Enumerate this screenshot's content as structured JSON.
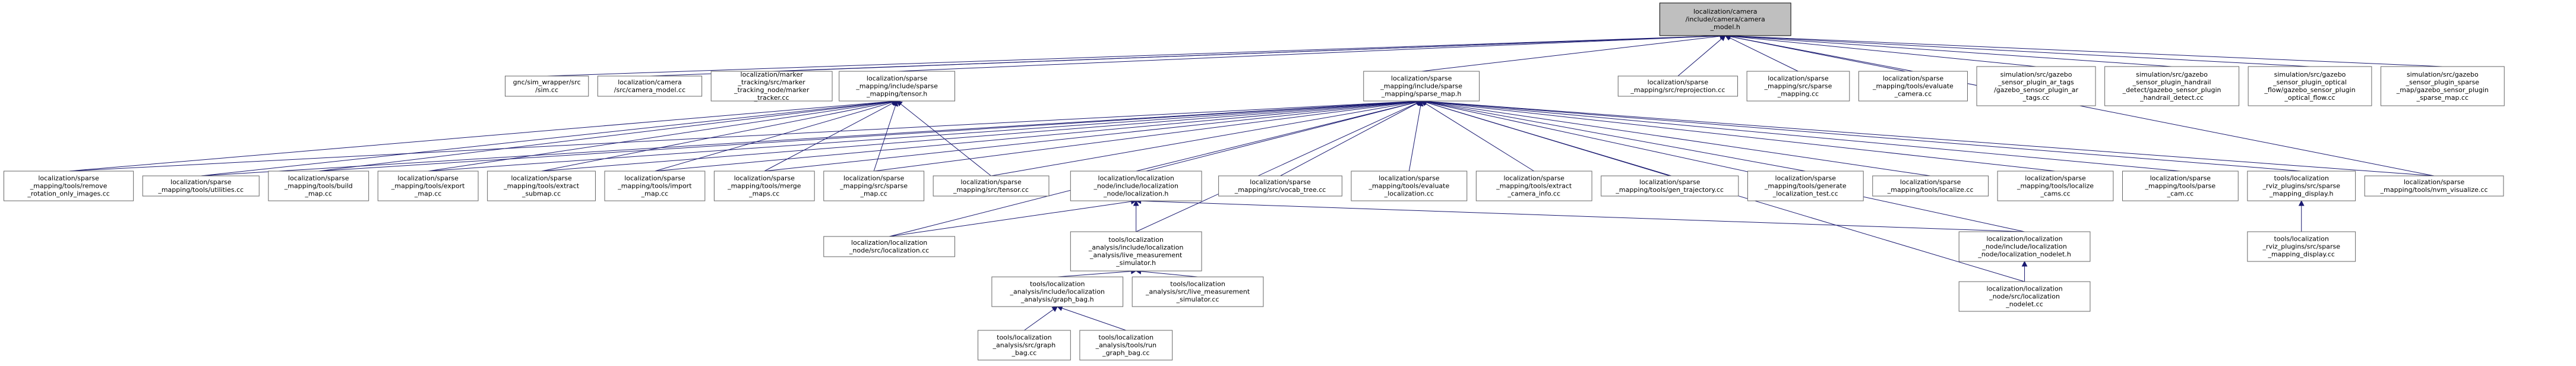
{
  "nodes": [
    {
      "id": "root",
      "lines": [
        "localization/camera",
        "/include/camera/camera",
        "_model.h"
      ],
      "root": true
    },
    {
      "id": "sim_cc",
      "lines": [
        "gnc/sim_wrapper/src",
        "/sim.cc"
      ]
    },
    {
      "id": "camera_model_cc",
      "lines": [
        "localization/camera",
        "/src/camera_model.cc"
      ]
    },
    {
      "id": "marker_tracker",
      "lines": [
        "localization/marker",
        "_tracking/src/marker",
        "_tracking_node/marker",
        "_tracker.cc"
      ]
    },
    {
      "id": "tensor_h",
      "lines": [
        "localization/sparse",
        "_mapping/include/sparse",
        "_mapping/tensor.h"
      ]
    },
    {
      "id": "sparse_map_h",
      "lines": [
        "localization/sparse",
        "_mapping/include/sparse",
        "_mapping/sparse_map.h"
      ]
    },
    {
      "id": "reprojection",
      "lines": [
        "localization/sparse",
        "_mapping/src/reprojection.cc"
      ]
    },
    {
      "id": "sparse_mapping_cc",
      "lines": [
        "localization/sparse",
        "_mapping/src/sparse",
        "_mapping.cc"
      ]
    },
    {
      "id": "evaluate_camera",
      "lines": [
        "localization/sparse",
        "_mapping/tools/evaluate",
        "_camera.cc"
      ]
    },
    {
      "id": "gz_ar_tags",
      "lines": [
        "simulation/src/gazebo",
        "_sensor_plugin_ar_tags",
        "/gazebo_sensor_plugin_ar",
        "_tags.cc"
      ]
    },
    {
      "id": "gz_handrail",
      "lines": [
        "simulation/src/gazebo",
        "_sensor_plugin_handrail",
        "_detect/gazebo_sensor_plugin",
        "_handrail_detect.cc"
      ]
    },
    {
      "id": "gz_optical",
      "lines": [
        "simulation/src/gazebo",
        "_sensor_plugin_optical",
        "_flow/gazebo_sensor_plugin",
        "_optical_flow.cc"
      ]
    },
    {
      "id": "gz_sparse_map",
      "lines": [
        "simulation/src/gazebo",
        "_sensor_plugin_sparse",
        "_map/gazebo_sensor_plugin",
        "_sparse_map.cc"
      ]
    },
    {
      "id": "remove_rot",
      "lines": [
        "localization/sparse",
        "_mapping/tools/remove",
        "_rotation_only_images.cc"
      ]
    },
    {
      "id": "utilities",
      "lines": [
        "localization/sparse",
        "_mapping/tools/utilities.cc"
      ]
    },
    {
      "id": "build_map",
      "lines": [
        "localization/sparse",
        "_mapping/tools/build",
        "_map.cc"
      ]
    },
    {
      "id": "export_map",
      "lines": [
        "localization/sparse",
        "_mapping/tools/export",
        "_map.cc"
      ]
    },
    {
      "id": "extract_submap",
      "lines": [
        "localization/sparse",
        "_mapping/tools/extract",
        "_submap.cc"
      ]
    },
    {
      "id": "import_map",
      "lines": [
        "localization/sparse",
        "_mapping/tools/import",
        "_map.cc"
      ]
    },
    {
      "id": "merge_maps",
      "lines": [
        "localization/sparse",
        "_mapping/tools/merge",
        "_maps.cc"
      ]
    },
    {
      "id": "src_sparse_map",
      "lines": [
        "localization/sparse",
        "_mapping/src/sparse",
        "_map.cc"
      ]
    },
    {
      "id": "tensor_cc",
      "lines": [
        "localization/sparse",
        "_mapping/src/tensor.cc"
      ]
    },
    {
      "id": "loc_node_h",
      "lines": [
        "localization/localization",
        "_node/include/localization",
        "_node/localization.h"
      ]
    },
    {
      "id": "vocab_tree",
      "lines": [
        "localization/sparse",
        "_mapping/src/vocab_tree.cc"
      ]
    },
    {
      "id": "evaluate_localization",
      "lines": [
        "localization/sparse",
        "_mapping/tools/evaluate",
        "_localization.cc"
      ]
    },
    {
      "id": "extract_camera_info",
      "lines": [
        "localization/sparse",
        "_mapping/tools/extract",
        "_camera_info.cc"
      ]
    },
    {
      "id": "gen_trajectory",
      "lines": [
        "localization/sparse",
        "_mapping/tools/gen_trajectory.cc"
      ]
    },
    {
      "id": "gen_loc_test",
      "lines": [
        "localization/sparse",
        "_mapping/tools/generate",
        "_localization_test.cc"
      ]
    },
    {
      "id": "localize_cc",
      "lines": [
        "localization/sparse",
        "_mapping/tools/localize.cc"
      ]
    },
    {
      "id": "localize_cams",
      "lines": [
        "localization/sparse",
        "_mapping/tools/localize",
        "_cams.cc"
      ]
    },
    {
      "id": "parse_cam",
      "lines": [
        "localization/sparse",
        "_mapping/tools/parse",
        "_cam.cc"
      ]
    },
    {
      "id": "rviz_display_h",
      "lines": [
        "tools/localization",
        "_rviz_plugins/src/sparse",
        "_mapping_display.h"
      ]
    },
    {
      "id": "nvm_visualize",
      "lines": [
        "localization/sparse",
        "_mapping/tools/nvm_visualize.cc"
      ]
    },
    {
      "id": "loc_src_cc",
      "lines": [
        "localization/localization",
        "_node/src/localization.cc"
      ]
    },
    {
      "id": "live_sim_h",
      "lines": [
        "tools/localization",
        "_analysis/include/localization",
        "_analysis/live_measurement",
        "_simulator.h"
      ]
    },
    {
      "id": "nodelet_h",
      "lines": [
        "localization/localization",
        "_node/include/localization",
        "_node/localization_nodelet.h"
      ]
    },
    {
      "id": "rviz_display_cc",
      "lines": [
        "tools/localization",
        "_rviz_plugins/src/sparse",
        "_mapping_display.cc"
      ]
    },
    {
      "id": "graph_bag_h",
      "lines": [
        "tools/localization",
        "_analysis/include/localization",
        "_analysis/graph_bag.h"
      ]
    },
    {
      "id": "live_sim_cc",
      "lines": [
        "tools/localization",
        "_analysis/src/live_measurement",
        "_simulator.cc"
      ]
    },
    {
      "id": "nodelet_cc",
      "lines": [
        "localization/localization",
        "_node/src/localization",
        "_nodelet.cc"
      ]
    },
    {
      "id": "graph_bag_cc",
      "lines": [
        "tools/localization",
        "_analysis/src/graph",
        "_bag.cc"
      ]
    },
    {
      "id": "run_graph_bag",
      "lines": [
        "tools/localization",
        "_analysis/tools/run",
        "_graph_bag.cc"
      ]
    }
  ],
  "edges": [
    [
      "sim_cc",
      "root"
    ],
    [
      "camera_model_cc",
      "root"
    ],
    [
      "marker_tracker",
      "root"
    ],
    [
      "tensor_h",
      "root"
    ],
    [
      "sparse_map_h",
      "root"
    ],
    [
      "reprojection",
      "root"
    ],
    [
      "sparse_mapping_cc",
      "root"
    ],
    [
      "evaluate_camera",
      "root"
    ],
    [
      "gz_ar_tags",
      "root"
    ],
    [
      "gz_handrail",
      "root"
    ],
    [
      "gz_optical",
      "root"
    ],
    [
      "gz_sparse_map",
      "root"
    ],
    [
      "nvm_visualize",
      "root"
    ],
    [
      "remove_rot",
      "tensor_h"
    ],
    [
      "utilities",
      "tensor_h"
    ],
    [
      "build_map",
      "tensor_h"
    ],
    [
      "export_map",
      "tensor_h"
    ],
    [
      "extract_submap",
      "tensor_h"
    ],
    [
      "import_map",
      "tensor_h"
    ],
    [
      "merge_maps",
      "tensor_h"
    ],
    [
      "src_sparse_map",
      "tensor_h"
    ],
    [
      "tensor_cc",
      "tensor_h"
    ],
    [
      "remove_rot",
      "sparse_map_h"
    ],
    [
      "utilities",
      "sparse_map_h"
    ],
    [
      "build_map",
      "sparse_map_h"
    ],
    [
      "export_map",
      "sparse_map_h"
    ],
    [
      "extract_submap",
      "sparse_map_h"
    ],
    [
      "import_map",
      "sparse_map_h"
    ],
    [
      "merge_maps",
      "sparse_map_h"
    ],
    [
      "src_sparse_map",
      "sparse_map_h"
    ],
    [
      "tensor_cc",
      "sparse_map_h"
    ],
    [
      "loc_node_h",
      "sparse_map_h"
    ],
    [
      "vocab_tree",
      "sparse_map_h"
    ],
    [
      "evaluate_localization",
      "sparse_map_h"
    ],
    [
      "extract_camera_info",
      "sparse_map_h"
    ],
    [
      "gen_trajectory",
      "sparse_map_h"
    ],
    [
      "gen_loc_test",
      "sparse_map_h"
    ],
    [
      "localize_cc",
      "sparse_map_h"
    ],
    [
      "localize_cams",
      "sparse_map_h"
    ],
    [
      "parse_cam",
      "sparse_map_h"
    ],
    [
      "rviz_display_h",
      "sparse_map_h"
    ],
    [
      "nvm_visualize",
      "sparse_map_h"
    ],
    [
      "loc_src_cc",
      "sparse_map_h"
    ],
    [
      "live_sim_h",
      "sparse_map_h"
    ],
    [
      "nodelet_h",
      "sparse_map_h"
    ],
    [
      "nodelet_cc",
      "sparse_map_h"
    ],
    [
      "loc_src_cc",
      "loc_node_h"
    ],
    [
      "live_sim_h",
      "loc_node_h"
    ],
    [
      "nodelet_h",
      "loc_node_h"
    ],
    [
      "graph_bag_h",
      "live_sim_h"
    ],
    [
      "live_sim_cc",
      "live_sim_h"
    ],
    [
      "graph_bag_cc",
      "graph_bag_h"
    ],
    [
      "run_graph_bag",
      "graph_bag_h"
    ],
    [
      "nodelet_cc",
      "nodelet_h"
    ],
    [
      "rviz_display_cc",
      "rviz_display_h"
    ]
  ]
}
